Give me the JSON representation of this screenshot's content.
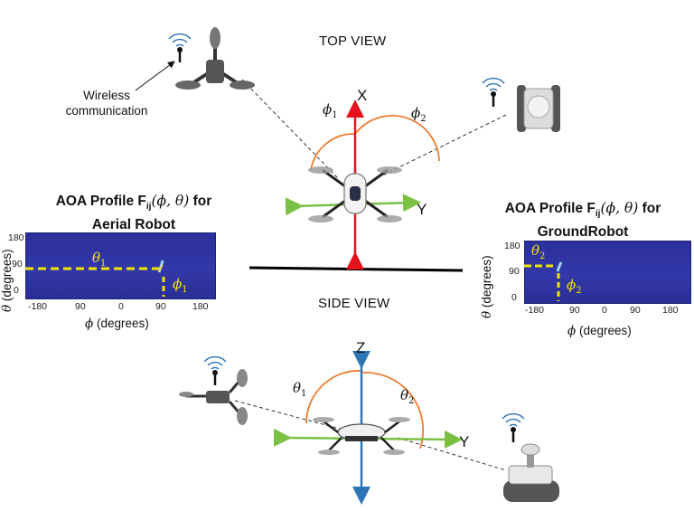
{
  "top_view": {
    "title": "TOP VIEW",
    "axis_x": "X",
    "axis_y": "Y",
    "phi1": "ϕ",
    "phi1_sub": "1",
    "phi2": "ϕ",
    "phi2_sub": "2"
  },
  "side_view": {
    "title": "SIDE VIEW",
    "axis_z": "Z",
    "axis_y": "Y",
    "theta1": "θ",
    "theta1_sub": "1",
    "theta2": "θ",
    "theta2_sub": "2"
  },
  "wireless_caption": [
    "Wireless",
    "communication"
  ],
  "aerial_profile": {
    "title_line1_prefix": "AOA Profile F",
    "title_sub": "ij",
    "title_math": "(ϕ, θ)",
    "title_line1_suffix": " for",
    "title_line2": "Aerial Robot",
    "y_ticks": [
      "180",
      "90",
      "0"
    ],
    "x_ticks": [
      "-180",
      "90",
      "0",
      "90",
      "180"
    ],
    "xlabel_sym": "ϕ",
    "xlabel_text": " (degrees)",
    "ylabel_sym": "θ",
    "ylabel_text": " (degrees)",
    "theta_label": "θ",
    "theta_sub": "1",
    "phi_label": "ϕ",
    "phi_sub": "1"
  },
  "ground_profile": {
    "title_line1_prefix": "AOA Profile F",
    "title_sub": "ij",
    "title_math": "(ϕ, θ)",
    "title_line1_suffix": " for",
    "title_line2": "GroundRobot",
    "y_ticks": [
      "180",
      "90",
      "0"
    ],
    "x_ticks": [
      "-180",
      "90",
      "0",
      "90",
      "180"
    ],
    "xlabel_sym": "ϕ",
    "xlabel_text": " (degrees)",
    "ylabel_sym": "θ",
    "ylabel_text": " (degrees)",
    "theta_label": "θ",
    "theta_sub": "2",
    "phi_label": "ϕ",
    "phi_sub": "2"
  },
  "colors": {
    "x_axis": "#e3121b",
    "y_axis": "#7ac043",
    "z_axis": "#2e75b6",
    "angle_arc": "#ed7d31",
    "marker_dash": "#f2e600",
    "heatmap": "#3238a8"
  }
}
